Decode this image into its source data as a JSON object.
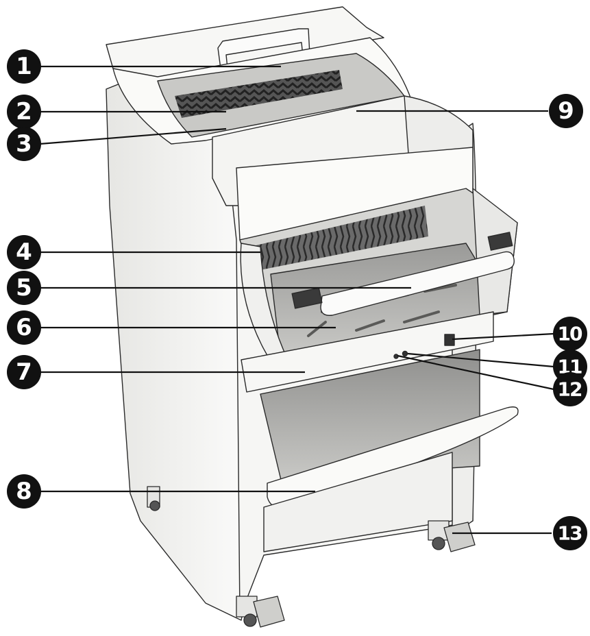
{
  "callouts": [
    {
      "id": "1",
      "label": "1"
    },
    {
      "id": "2",
      "label": "2"
    },
    {
      "id": "3",
      "label": "3"
    },
    {
      "id": "4",
      "label": "4"
    },
    {
      "id": "5",
      "label": "5"
    },
    {
      "id": "6",
      "label": "6"
    },
    {
      "id": "7",
      "label": "7"
    },
    {
      "id": "8",
      "label": "8"
    },
    {
      "id": "9",
      "label": "9"
    },
    {
      "id": "10",
      "label": "10"
    },
    {
      "id": "11",
      "label": "11"
    },
    {
      "id": "12",
      "label": "12"
    },
    {
      "id": "13",
      "label": "13"
    }
  ],
  "colors": {
    "body": "#f4f4f2",
    "outline": "#2a2a2a",
    "shadow": "#cfcfcc",
    "dark": "#3a3a3a",
    "badge": "#111111"
  }
}
